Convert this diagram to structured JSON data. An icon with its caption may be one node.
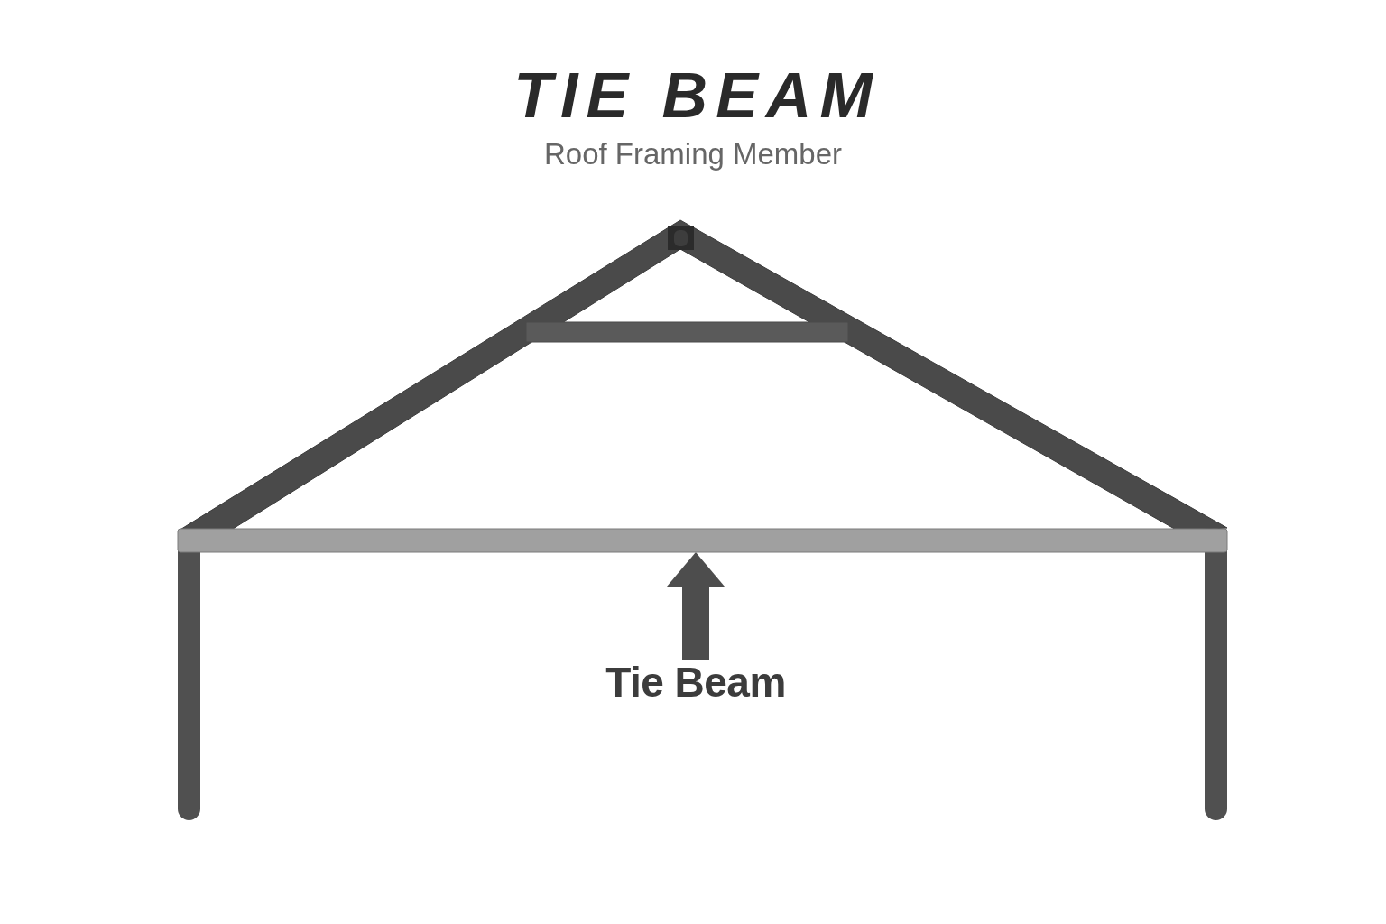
{
  "diagram": {
    "title": "TIE BEAM",
    "nodes": [
      {
        "text": [
          "Tie Beam"
        ]
      },
      {
        "text": [],
        "shape": "bar"
      }
    ],
    "edges": [
      {
        "from": 0,
        "to": 1,
        "arrow": "to"
      }
    ],
    "labels": [
      "Roof Framing Member"
    ]
  }
}
